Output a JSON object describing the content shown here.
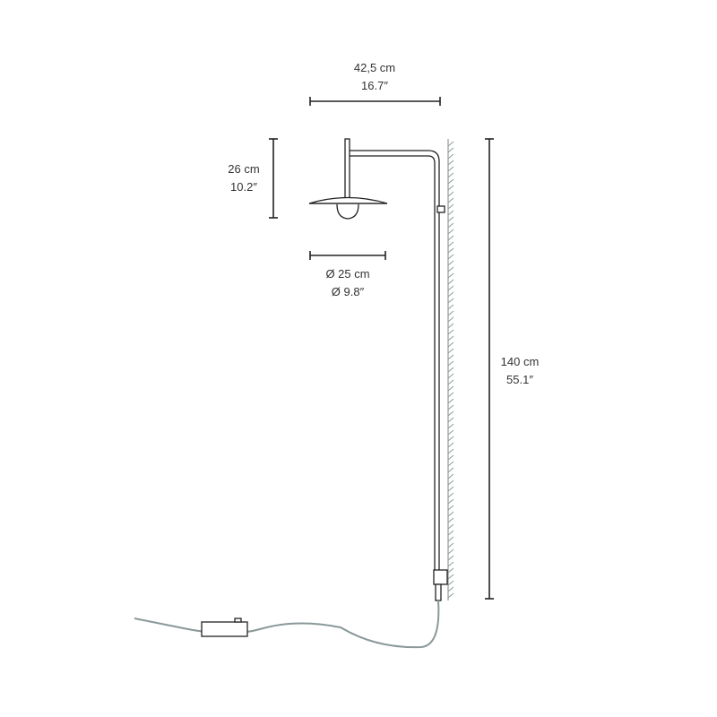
{
  "dimensions": {
    "width": {
      "metric": "42,5 cm",
      "imperial": "16.7″"
    },
    "shade_height": {
      "metric": "26 cm",
      "imperial": "10.2″"
    },
    "diameter": {
      "metric": "Ø 25 cm",
      "imperial": "Ø 9.8″"
    },
    "total_height": {
      "metric": "140 cm",
      "imperial": "55.1″"
    }
  },
  "colors": {
    "line": "#222222",
    "dim": "#333333",
    "cable": "#8a9899",
    "wall_hatch": "#8f9a9a"
  }
}
